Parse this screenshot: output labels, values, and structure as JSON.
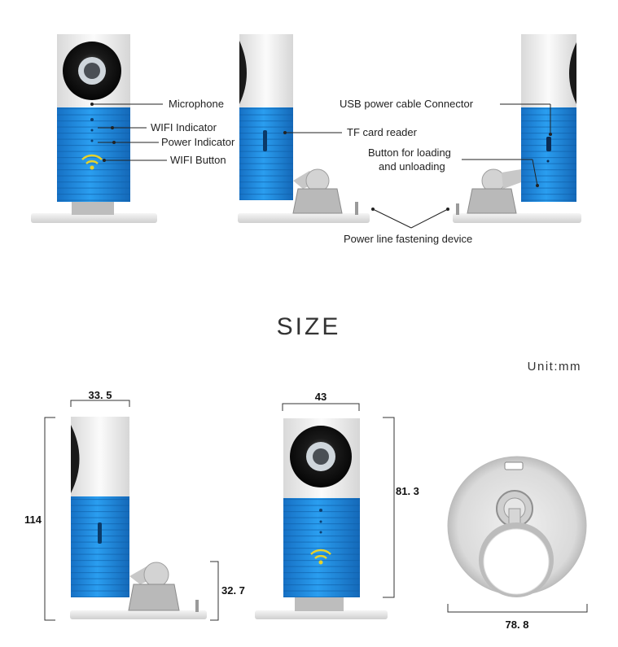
{
  "labels": {
    "microphone": "Microphone",
    "wifi_indicator": "WIFI Indicator",
    "power_indicator": "Power Indicator",
    "wifi_button": "WIFI Button",
    "tf_card_reader": "TF card reader",
    "usb_connector": "USB power cable Connector",
    "button_loading_1": "Button for loading",
    "button_loading_2": "and unloading",
    "power_line": "Power line fastening device"
  },
  "size": {
    "title": "SIZE",
    "unit": "Unit:mm"
  },
  "dimensions": {
    "width_side": "33. 5",
    "height_total": "114",
    "height_base": "32. 7",
    "width_front": "43",
    "height_body": "81. 3",
    "diameter_base": "78. 8"
  },
  "colors": {
    "blue": "#1e8fe0",
    "blue_dark": "#1468b8",
    "white_body": "#f2f2f2",
    "lens": "#2a2a2a",
    "gray_mount": "#c8c8c8"
  }
}
